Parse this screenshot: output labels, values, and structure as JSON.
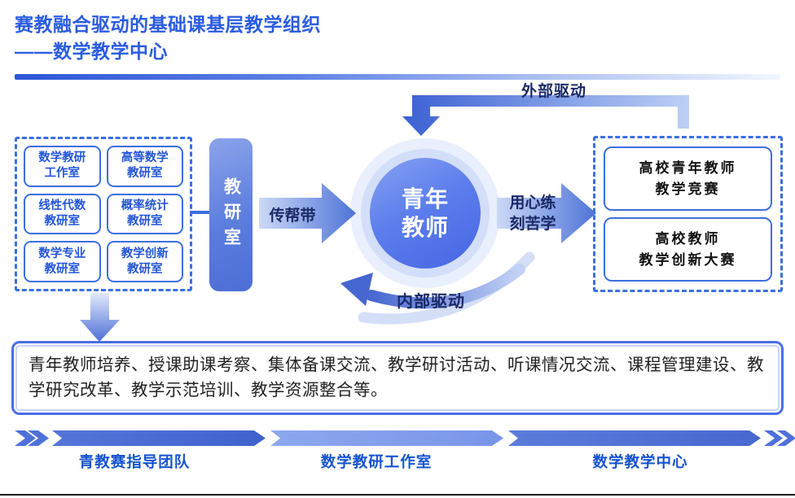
{
  "title": {
    "line1": "赛教融合驱动的基础课基层教学组织",
    "line2": "——数学教学中心"
  },
  "left_group": {
    "rooms": [
      {
        "line1": "数学教研",
        "line2": "工作室"
      },
      {
        "line1": "高等数学",
        "line2": "教研室"
      },
      {
        "line1": "线性代数",
        "line2": "教研室"
      },
      {
        "line1": "概率统计",
        "line2": "教研室"
      },
      {
        "line1": "数学专业",
        "line2": "教研室"
      },
      {
        "line1": "教学创新",
        "line2": "教研室"
      }
    ]
  },
  "hub_bar": {
    "label": "教研室"
  },
  "teacher_circle": {
    "line1": "青年",
    "line2": "教师"
  },
  "arrows": {
    "mentoring_label": "传帮带",
    "practice_label_line1": "用心练",
    "practice_label_line2": "刻苦学",
    "external_label": "外部驱动",
    "internal_label": "内部驱动"
  },
  "right_group": {
    "competitions": [
      {
        "line1": "高校青年教师",
        "line2": "教学竞赛"
      },
      {
        "line1": "高校教师",
        "line2": "教学创新大赛"
      }
    ]
  },
  "activities_box": {
    "text": "青年教师培养、授课助课考察、集体备课交流、教学研讨活动、听课情况交流、课程管理建设、教学研究改革、教学示范培训、教学资源整合等。"
  },
  "bottom_banner": {
    "labels": [
      "青教赛指导团队",
      "数学教研工作室",
      "数学教学中心"
    ]
  },
  "colors": {
    "title_blue": "#2b5ce0",
    "border_blue": "#3a6fe0",
    "dark_navy_label": "#1b2a66",
    "banner_label_blue": "#1553cf",
    "arrow_gradient_light": "#ccd9f6",
    "arrow_gradient_dark": "#4e73d8",
    "circle_core_light": "#86a3f3",
    "circle_core_dark": "#4566e3"
  }
}
